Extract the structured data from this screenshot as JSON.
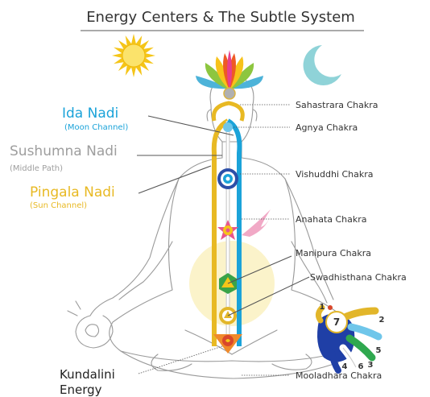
{
  "title": "Energy Centers & The Subtle System",
  "nadis": {
    "ida": {
      "name": "Ida Nadi",
      "subtitle": "(Moon Channel)",
      "color": "#1ba3d9"
    },
    "sushumna": {
      "name": "Sushumna Nadi",
      "subtitle": "(Middle Path)",
      "color": "#9e9e9e"
    },
    "pingala": {
      "name": "Pingala Nadi",
      "subtitle": "(Sun Channel)",
      "color": "#e8b923"
    }
  },
  "kundalini": {
    "line1": "Kundalini",
    "line2": "Energy"
  },
  "chakras": [
    {
      "name": "Sahastrara Chakra",
      "icon": "lotus-icon",
      "color": "#c9a6e0"
    },
    {
      "name": "Agnya Chakra",
      "icon": "agnya-chakra-icon",
      "color": "#6fc6ea"
    },
    {
      "name": "Vishuddhi Chakra",
      "icon": "vishuddhi-chakra-icon",
      "color": "#2c4fa8"
    },
    {
      "name": "Anahata Chakra",
      "icon": "anahata-chakra-icon",
      "color": "#e86a9a"
    },
    {
      "name": "Manipura Chakra",
      "icon": "manipura-chakra-icon",
      "color": "#3aa348"
    },
    {
      "name": "Swadhisthana Chakra",
      "icon": "swadhisthana-chakra-icon",
      "color": "#e2b62a"
    },
    {
      "name": "Mooladhara Chakra",
      "icon": "mooladhara-chakra-icon",
      "color": "#d9472b"
    }
  ],
  "fingers": [
    "1",
    "2",
    "3",
    "4",
    "5",
    "6",
    "7"
  ],
  "colors": {
    "sun": "#f5c518",
    "moon": "#8fd3d8",
    "heart_flame": "#f0a0c0",
    "aura": "#fbf2c4"
  }
}
